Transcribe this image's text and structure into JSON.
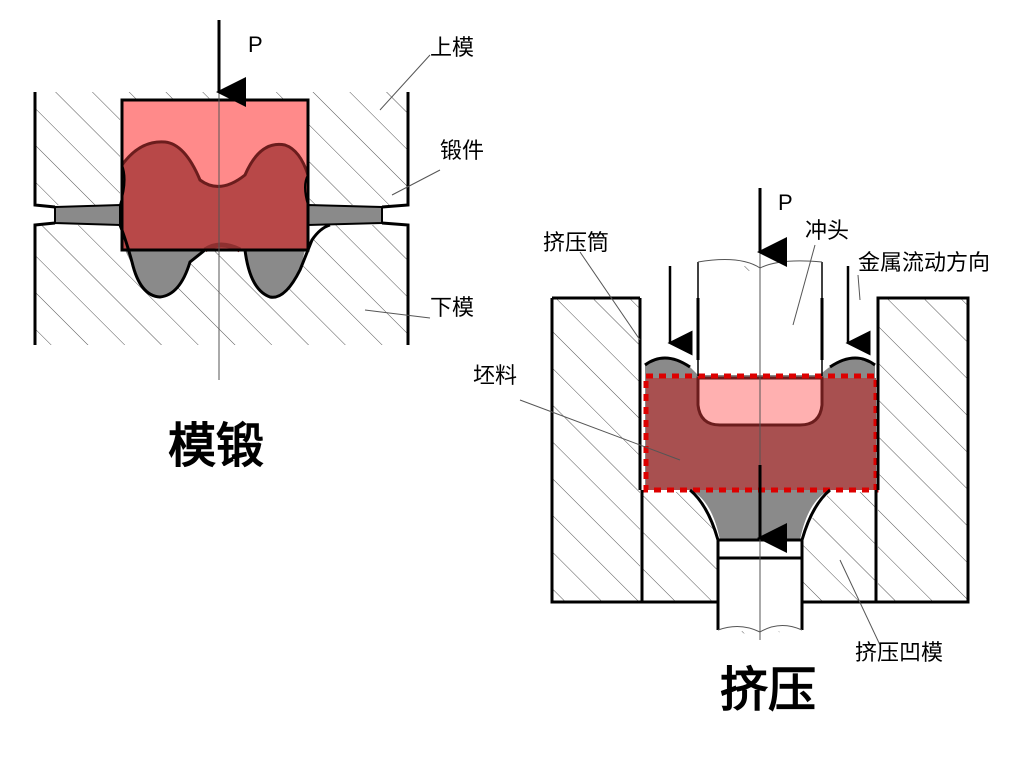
{
  "forging": {
    "title": "模锻",
    "force_label": "P",
    "labels": {
      "upper_die": "上模",
      "forging_part": "锻件",
      "lower_die": "下模"
    }
  },
  "extrusion": {
    "title": "挤压",
    "force_label": "P",
    "labels": {
      "container": "挤压筒",
      "punch": "冲头",
      "flow_direction": "金属流动方向",
      "billet": "坯料",
      "extrusion_die": "挤压凹模"
    }
  },
  "colors": {
    "outline": "#000000",
    "hatch": "#444444",
    "flash_gray": "#8a8a8a",
    "light_red": "#ff8a8a",
    "dark_red": "#b84848",
    "deep_red": "#8e3030",
    "dashed_red": "#dd0000"
  }
}
